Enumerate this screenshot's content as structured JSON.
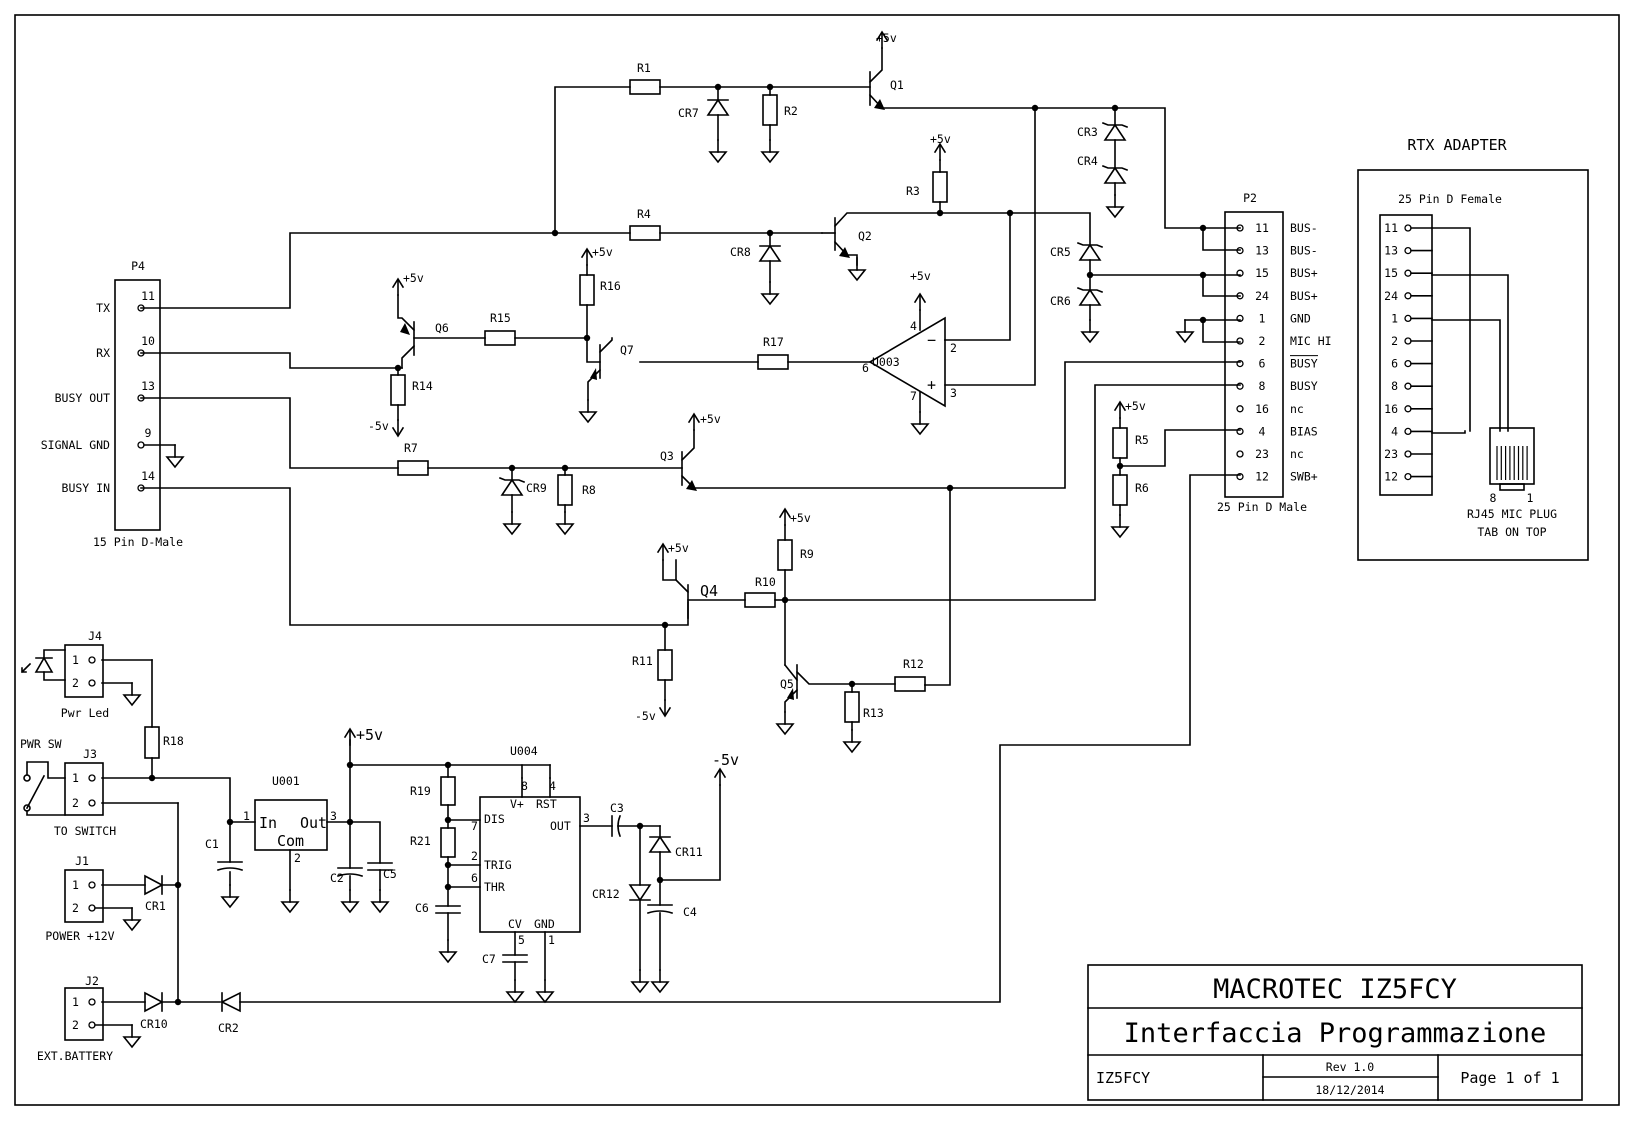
{
  "title_block": {
    "company": "MACROTEC IZ5FCY",
    "title": "Interfaccia Programmazione",
    "author": "IZ5FCY",
    "rev": "Rev 1.0",
    "date": "18/12/2014",
    "page": "Page 1 of 1"
  },
  "rtx_adapter": {
    "title": "RTX ADAPTER",
    "connector": "25 Pin D Female",
    "pins": [
      "11",
      "13",
      "15",
      "24",
      "1",
      "2",
      "6",
      "8",
      "16",
      "4",
      "23",
      "12"
    ],
    "plug_label": "RJ45 MIC PLUG",
    "plug_note": "TAB ON TOP",
    "plug_pin_a": "8",
    "plug_pin_b": "1"
  },
  "p2": {
    "ref": "P2",
    "desc": "25 Pin D Male",
    "pins": [
      {
        "n": "11",
        "sig": "BUS-"
      },
      {
        "n": "13",
        "sig": "BUS-"
      },
      {
        "n": "15",
        "sig": "BUS+"
      },
      {
        "n": "24",
        "sig": "BUS+"
      },
      {
        "n": "1",
        "sig": "GND"
      },
      {
        "n": "2",
        "sig": "MIC HI"
      },
      {
        "n": "6",
        "sig": "BUSY"
      },
      {
        "n": "8",
        "sig": "BUSY"
      },
      {
        "n": "16",
        "sig": "nc"
      },
      {
        "n": "4",
        "sig": "BIAS"
      },
      {
        "n": "23",
        "sig": "nc"
      },
      {
        "n": "12",
        "sig": "SWB+"
      }
    ]
  },
  "p4": {
    "ref": "P4",
    "desc": "15 Pin D-Male",
    "pins": [
      {
        "n": "11",
        "sig": "TX"
      },
      {
        "n": "10",
        "sig": "RX"
      },
      {
        "n": "13",
        "sig": "BUSY OUT"
      },
      {
        "n": "9",
        "sig": "SIGNAL GND"
      },
      {
        "n": "14",
        "sig": "BUSY IN"
      }
    ]
  },
  "labels": {
    "r1": "R1",
    "r2": "R2",
    "r3": "R3",
    "r4": "R4",
    "r5": "R5",
    "r6": "R6",
    "r7": "R7",
    "r8": "R8",
    "r9": "R9",
    "r10": "R10",
    "r11": "R11",
    "r12": "R12",
    "r13": "R13",
    "r14": "R14",
    "r15": "R15",
    "r16": "R16",
    "r17": "R17",
    "r18": "R18",
    "r19": "R19",
    "r21": "R21",
    "cr1": "CR1",
    "cr2": "CR2",
    "cr3": "CR3",
    "cr4": "CR4",
    "cr5": "CR5",
    "cr6": "CR6",
    "cr7": "CR7",
    "cr8": "CR8",
    "cr9": "CR9",
    "cr10": "CR10",
    "cr11": "CR11",
    "cr12": "CR12",
    "q1": "Q1",
    "q2": "Q2",
    "q3": "Q3",
    "q4": "Q4",
    "q5": "Q5",
    "q6": "Q6",
    "q7": "Q7",
    "c1": "C1",
    "c2": "C2",
    "c3": "C3",
    "c4": "C4",
    "c5": "C5",
    "c6": "C6",
    "c7": "C7",
    "u001": "U001",
    "u003": "U003",
    "u004": "U004",
    "j1": "J1",
    "j2": "J2",
    "j3": "J3",
    "j4": "J4",
    "p5v": "+5v",
    "m5v": "-5v",
    "in": "In",
    "out": "Out",
    "com": "Com",
    "vplus": "V+",
    "rst": "RST",
    "dis": "DIS",
    "outp": "OUT",
    "trig": "TRIG",
    "thr": "THR",
    "cv": "CV",
    "gnd": "GND",
    "pin1": "1",
    "pin2": "2",
    "pin3": "3",
    "pin4": "4",
    "pin5": "5",
    "pin6": "6",
    "pin7": "7",
    "pin8": "8",
    "minus": "−",
    "plus": "+",
    "pwr_sw": "PWR SW",
    "to_switch": "TO SWITCH",
    "pwr_led": "Pwr Led",
    "power12": "POWER +12V",
    "ext_batt": "EXT.BATTERY"
  }
}
